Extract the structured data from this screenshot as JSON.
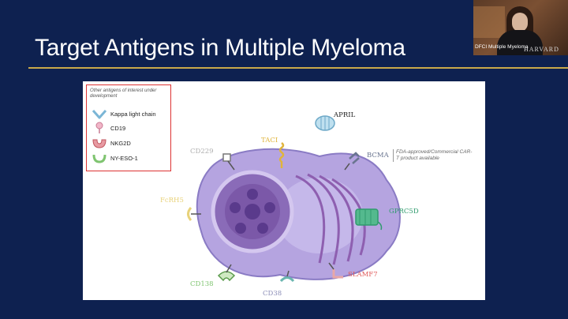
{
  "slide": {
    "title": "Target Antigens in Multiple Myeloma"
  },
  "webcam": {
    "caption": "DFCI Multiple Myeloma",
    "brand": "HARVARD"
  },
  "figure": {
    "legend": {
      "note": "Other antigens of interest under development",
      "items": [
        "Kappa light chain",
        "CD19",
        "NKG2D",
        "NY-ESO-1"
      ]
    },
    "labels": {
      "april": "APRIL",
      "taci": "TACI",
      "cd229": "CD229",
      "bcma": "BCMA",
      "fda_note": "FDA-approved/Commercial CAR-T product available",
      "fcrh5": "FcRH5",
      "gprc5d": "GPRC5D",
      "cd138": "CD138",
      "cd38": "CD38",
      "slamf7": "SLAMF7"
    },
    "colors": {
      "taci": "#e0b43c",
      "cd229": "#b0b0b0",
      "bcma": "#6a7590",
      "fcrh5": "#e8d27a",
      "gprc5d": "#2f9b6d",
      "cd138": "#7fc470",
      "cd38": "#8d8fb8",
      "slamf7": "#e05c5c",
      "cell": "#b5a4e0",
      "nucleus": "#7b58a8"
    }
  }
}
